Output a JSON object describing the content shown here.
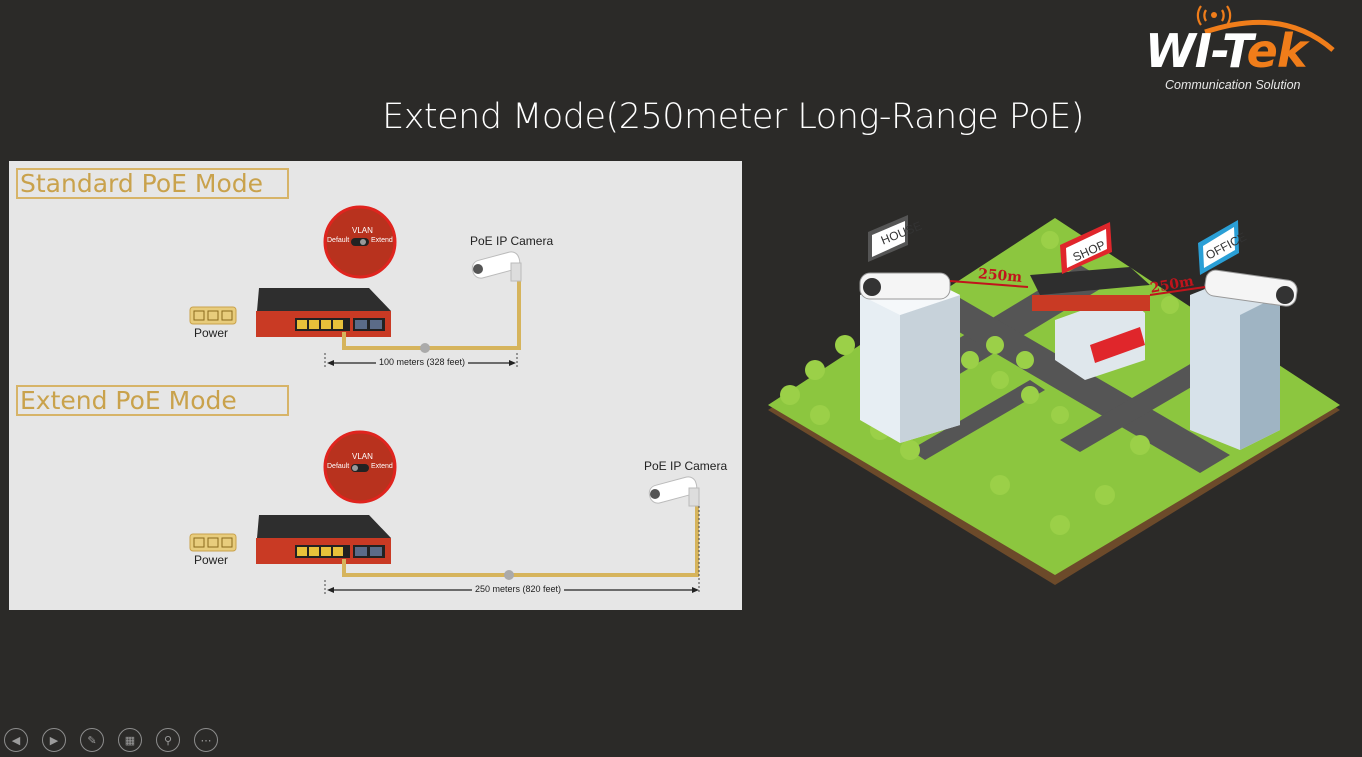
{
  "brand": {
    "name_main": "WI-T",
    "name_accent": "ek",
    "tagline": "Communication Solution"
  },
  "slide": {
    "title": "Extend Mode(250meter Long-Range PoE)"
  },
  "diagram_left": {
    "standard": {
      "heading": "Standard PoE Mode",
      "toggle_label": "VLAN",
      "toggle_default": "Default",
      "toggle_extend": "Extend",
      "power_label": "Power",
      "camera_label": "PoE IP Camera",
      "distance": "100 meters (328 feet)"
    },
    "extend": {
      "heading": "Extend PoE Mode",
      "toggle_label": "VLAN",
      "toggle_default": "Default",
      "toggle_extend": "Extend",
      "power_label": "Power",
      "camera_label": "PoE IP Camera",
      "distance": "250 meters (820 feet)"
    }
  },
  "diagram_right": {
    "house_sign": "HOUSE",
    "shop_sign": "SHOP",
    "office_sign": "OFFICE",
    "link_left": "250m",
    "link_right": "250m"
  },
  "colors": {
    "background": "#2b2a28",
    "accent_orange": "#f07d1a",
    "heading_gold": "#c9a24c",
    "cable_gold": "#d6b45c",
    "grass_green": "#8cc63f",
    "sign_red": "#e0262b",
    "sign_blue": "#2a9fd6"
  },
  "nav": {
    "icons": [
      "prev-icon",
      "next-icon",
      "pen-icon",
      "slides-icon",
      "zoom-icon",
      "more-icon"
    ]
  }
}
